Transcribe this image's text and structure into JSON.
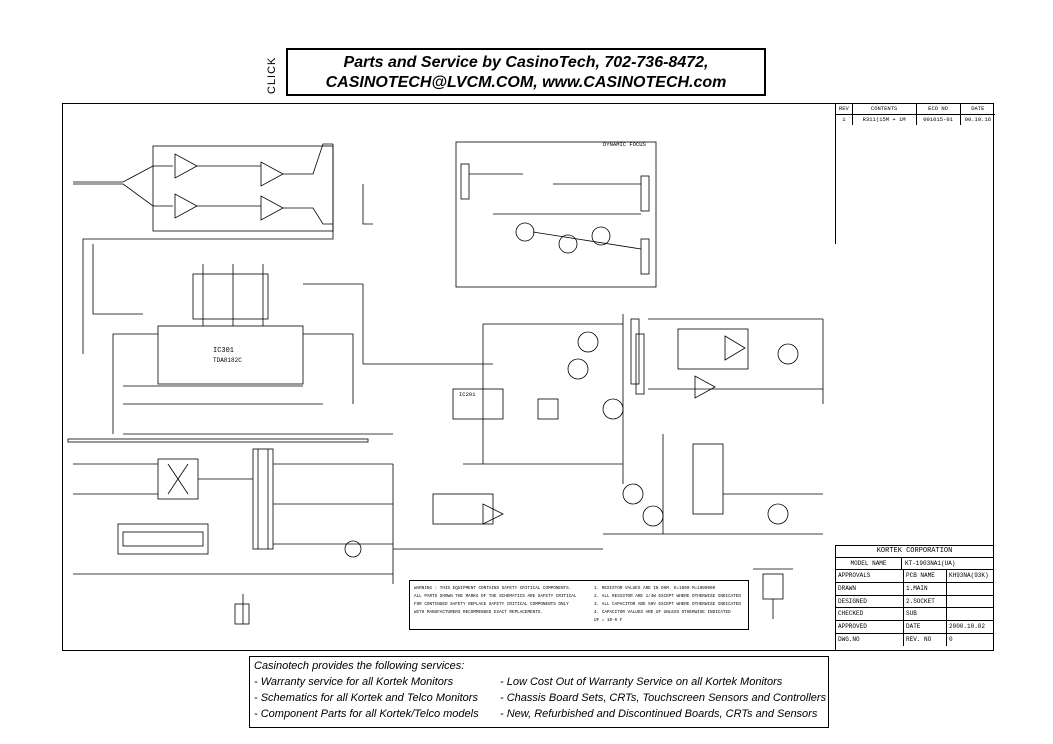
{
  "header": {
    "click_label": "CLICK",
    "line1": "Parts and Service by CasinoTech, 702-736-8472,",
    "line2": "CASINOTECH@LVCM.COM, www.CASINOTECH.com"
  },
  "revision_table": {
    "headers": [
      "REV",
      "CONTENTS",
      "ECO NO",
      "DATE"
    ],
    "row": [
      "1",
      "R311(15M + 1M",
      "001015-01",
      "00.10.16"
    ]
  },
  "schematic_labels": {
    "dynamic_focus": "DYNAMIC FOCUS",
    "ic301": "IC301",
    "ic301_part": "TDA8182C",
    "ic201": "IC201"
  },
  "title_block": {
    "company": "KORTEK CORPORATION",
    "model_label": "MODEL NAME",
    "model_value": "KT-1903NA1(UA)",
    "rows": [
      {
        "label": "APPROVALS",
        "mid": "PCB NAME",
        "value": "KH93NA(93K)"
      },
      {
        "label": "DRAWN",
        "mid": "1.MAIN",
        "value": ""
      },
      {
        "label": "DESIGNED",
        "mid": "2.SOCKET",
        "value": ""
      },
      {
        "label": "CHECKED",
        "mid": "SUB",
        "value": ""
      },
      {
        "label": "APPROVED",
        "mid": "DATE",
        "value": "2000.10.02"
      },
      {
        "label": "DWG.NO",
        "mid": "REV. NO",
        "value": "0"
      }
    ]
  },
  "notes": {
    "warning": [
      "WARNING : THIS EQUIPMENT CONTAINS SAFETY CRITICAL COMPONENTS.",
      "ALL PARTS SHOWN THE MARKS OF THE SCHEMATICS ARE SAFETY CRITICAL",
      "FOR CONTINUED SAFETY REPLACE SAFETY CRITICAL COMPONENTS ONLY",
      "WITH MANUFACTURERS RECOMMENDED EXACT REPLACEMENTS."
    ],
    "general": [
      "1. RESISTOR VALUES ARE IN OHM. K=1000 M=1000000",
      "2. ALL RESISTOR ARE 1/4W EXCEPT WHERE OTHERWISE INDICATED",
      "3. ALL CAPACITOR ARE 50V EXCEPT WHERE OTHERWISE INDICATED",
      "4. CAPACITOR VALUES ARE UF UNLESS OTHERWISE INDICATED",
      "UF = 10-6 F"
    ]
  },
  "footer": {
    "intro": "Casinotech provides the following services:",
    "left": [
      "- Warranty service for all Kortek Monitors",
      "- Schematics for all Kortek and Telco Monitors",
      "- Component Parts for all Kortek/Telco models"
    ],
    "right": [
      "- Low Cost Out of Warranty Service on all Kortek Monitors",
      "- Chassis Board Sets, CRTs, Touchscreen Sensors and Controllers",
      "- New, Refurbished and Discontinued Boards, CRTs and Sensors"
    ]
  }
}
